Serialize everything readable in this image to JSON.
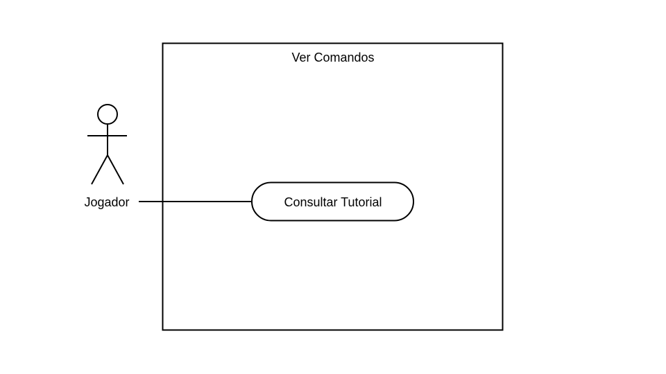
{
  "system": {
    "label": "Ver Comandos"
  },
  "actor": {
    "label": "Jogador"
  },
  "use_case": {
    "label": "Consultar Tutorial"
  },
  "colors": {
    "stroke": "#000000",
    "background": "#ffffff"
  }
}
